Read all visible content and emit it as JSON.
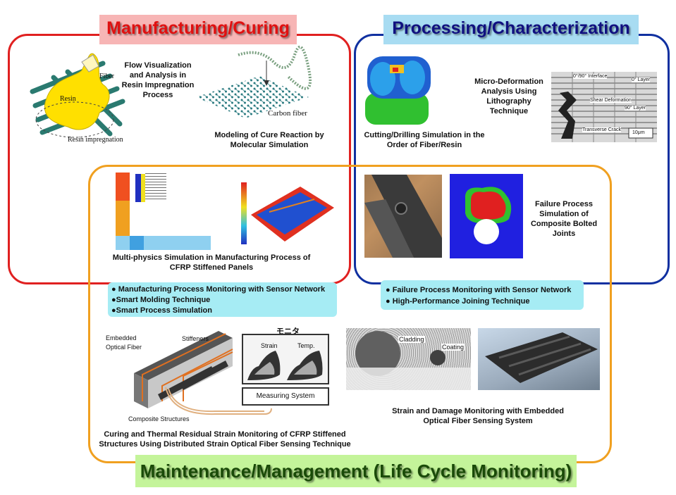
{
  "sections": {
    "manufacturing": {
      "title": "Manufacturing/Curing",
      "color": "#e02020"
    },
    "processing": {
      "title": "Processing/Characterization",
      "color": "#1030a0"
    },
    "maintenance": {
      "title": "Maintenance/Management (Life Cycle Monitoring)",
      "color": "#f0a020"
    }
  },
  "panels": {
    "flow": {
      "caption": "Flow Visualization and Analysis in Resin Impregnation Process",
      "labels": {
        "fiber": "Fiber",
        "resin": "Resin",
        "impregnation": "Resin impregnation"
      }
    },
    "cure": {
      "caption": "Modeling of Cure Reaction by Molecular Simulation",
      "labels": {
        "carbon": "Carbon fiber"
      }
    },
    "cutting": {
      "caption": "Cutting/Drilling Simulation in the Order of Fiber/Resin"
    },
    "micro": {
      "caption": "Micro-Deformation Analysis Using Lithography Technique",
      "labels": {
        "interface": "0°/90° Interface",
        "layer0": "0° Layer",
        "shear": "Shear Deformation",
        "layer90": "90° Layer",
        "crack": "Transverse Crack",
        "scale": "10μm"
      }
    },
    "multiphysics": {
      "caption": "Multi-physics Simulation in Manufacturing Process of CFRP Stiffened Panels"
    },
    "bolted": {
      "caption": "Failure Process Simulation of Composite Bolted Joints"
    },
    "curing_strain": {
      "caption": "Curing and Thermal Residual Strain Monitoring of CFRP Stiffened Structures Using Distributed Strain Optical Fiber Sensing Technique",
      "labels": {
        "embedded": "Embedded Optical Fiber",
        "stiffeners": "Stiffeners",
        "composite": "Composite Structures",
        "monitor": "モニタ",
        "strain": "Strain",
        "temp": "Temp.",
        "measuring": "Measuring System"
      }
    },
    "embedded_sensing": {
      "caption": "Strain and Damage Monitoring with Embedded Optical Fiber Sensing System",
      "labels": {
        "cladding": "Cladding",
        "coating": "Coating"
      }
    }
  },
  "bullets_left": [
    "● Manufacturing Process Monitoring with Sensor Network",
    "●Smart Molding Technique",
    "●Smart Process Simulation"
  ],
  "bullets_right": [
    "● Failure Process Monitoring with Sensor Network",
    "● High-Performance Joining Technique"
  ]
}
